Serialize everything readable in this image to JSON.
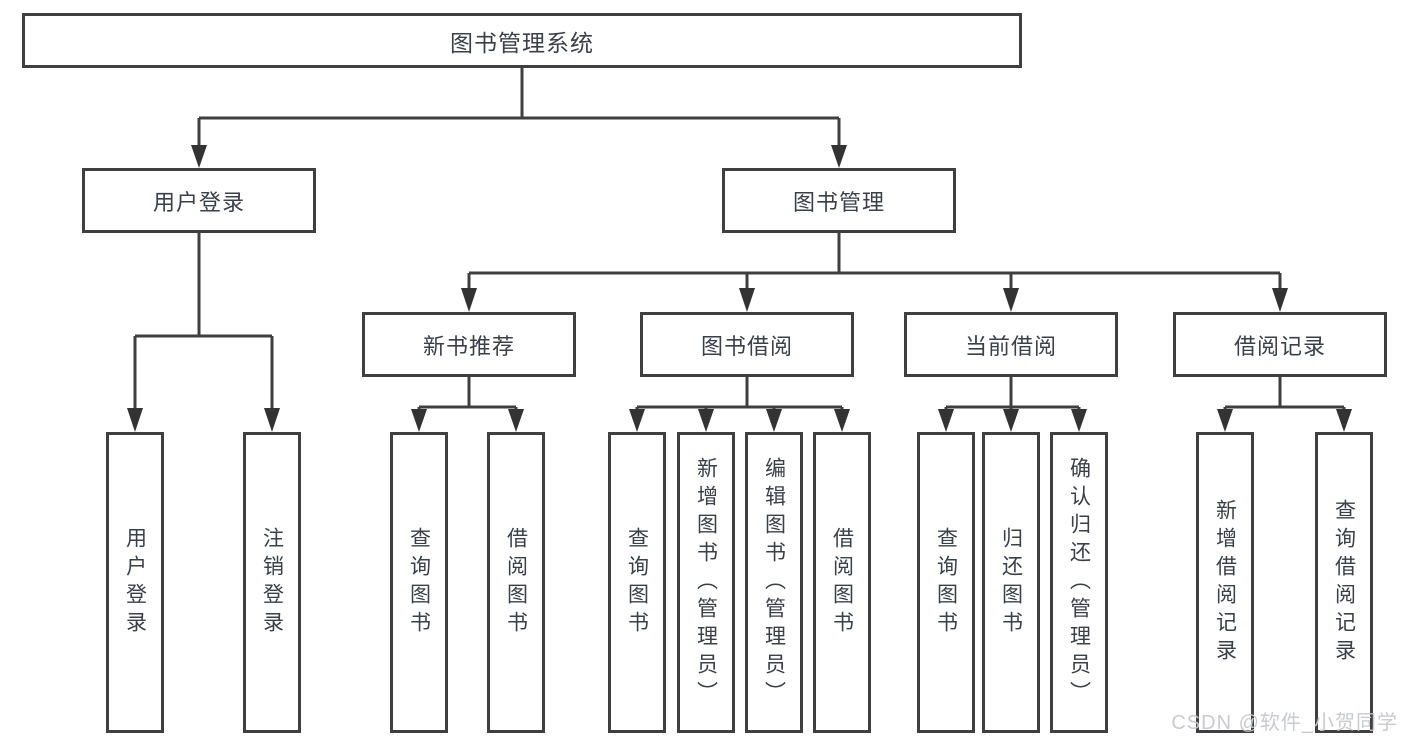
{
  "diagram": {
    "root": {
      "label": "图书管理系统"
    },
    "branches": {
      "user_login": {
        "label": "用户登录"
      },
      "book_management": {
        "label": "图书管理"
      }
    },
    "modules": [
      {
        "label": "新书推荐"
      },
      {
        "label": "图书借阅"
      },
      {
        "label": "当前借阅"
      },
      {
        "label": "借阅记录"
      }
    ],
    "leaves": [
      {
        "label": "用户登录"
      },
      {
        "label": "注销登录"
      },
      {
        "label": "查询图书"
      },
      {
        "label": "借阅图书"
      },
      {
        "label": "查询图书"
      },
      {
        "label": "新增图书（管理员）"
      },
      {
        "label": "编辑图书（管理员）"
      },
      {
        "label": "借阅图书"
      },
      {
        "label": "查询图书"
      },
      {
        "label": "归还图书"
      },
      {
        "label": "确认归还（管理员）"
      },
      {
        "label": "新增借阅记录"
      },
      {
        "label": "查询借阅记录"
      }
    ]
  },
  "watermark": {
    "text": "CSDN @软件_小贺同学"
  },
  "colors": {
    "line": "#3f3f3f",
    "text": "#3a3f48",
    "watermark": "#c7c8cc",
    "background": "#ffffff"
  }
}
